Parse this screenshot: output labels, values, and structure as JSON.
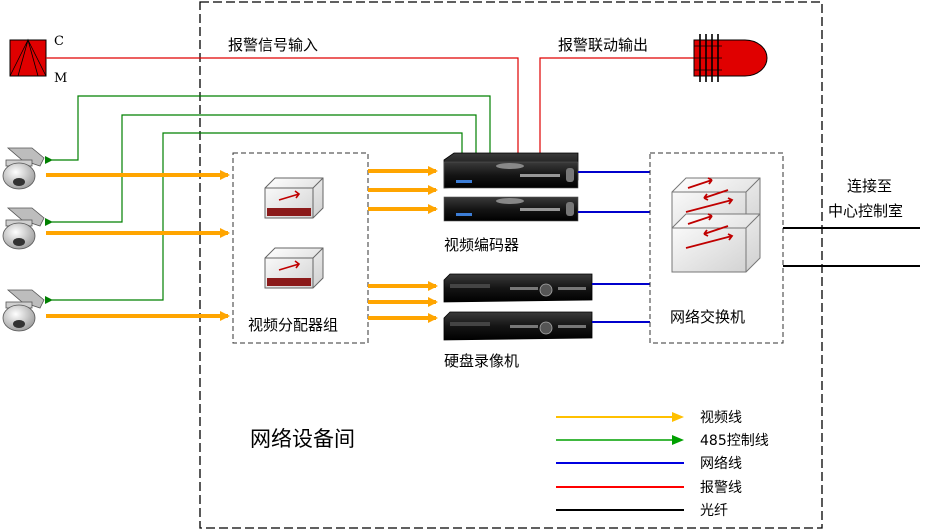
{
  "labels": {
    "alarm_in": "报警信号输入",
    "alarm_out": "报警联动输出",
    "encoder": "视频编码器",
    "splitter_group": "视频分配器组",
    "dvr": "硬盘录像机",
    "switch": "网络交换机",
    "connect_line1": "连接至",
    "connect_line2": "中心控制室",
    "room": "网络设备间",
    "detector_c": "C",
    "detector_m": "M"
  },
  "legend": [
    {
      "label": "视频线",
      "color": "#FFC000"
    },
    {
      "label": "485控制线",
      "color": "#00A000"
    },
    {
      "label": "网络线",
      "color": "#0000E0"
    },
    {
      "label": "报警线",
      "color": "#FF0000"
    },
    {
      "label": "光纤",
      "color": "#000000"
    }
  ],
  "colors": {
    "video": "#FFA500",
    "control": "#008000",
    "network": "#0000CC",
    "alarm": "#E00000",
    "fiber": "#000000"
  }
}
